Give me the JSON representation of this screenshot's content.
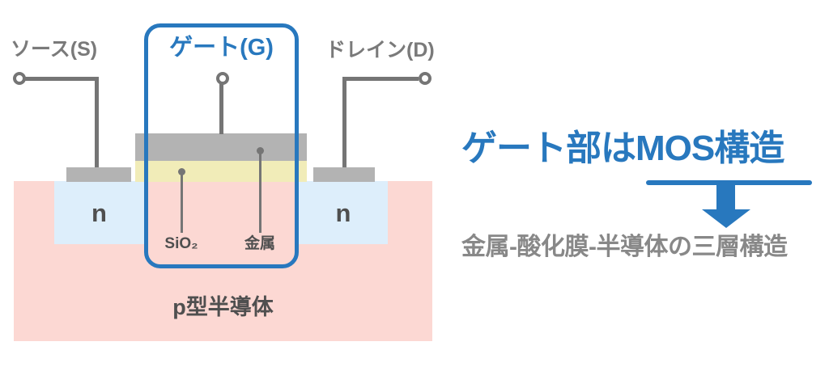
{
  "colors": {
    "accent_blue": "#2878be",
    "wire_gray": "#757575",
    "metal_gray": "#b3b3b3",
    "oxide_yellow": "#f1ecb8",
    "body_pink": "#fcd8d3",
    "nwell_blue": "#ddeefb",
    "dark_label": "#4f4f4f",
    "terminal_label_gray": "#7a7a7a",
    "subtitle_gray": "#888888"
  },
  "diagram": {
    "source_label": "ソース(S)",
    "gate_label": "ゲート(G)",
    "drain_label": "ドレイン(D)",
    "n_left_label": "n",
    "n_right_label": "n",
    "body_label": "p型半導体",
    "oxide_label": "SiO₂",
    "metal_label": "金属"
  },
  "annotation": {
    "title": "ゲート部はMOS構造",
    "subtitle": "金属-酸化膜-半導体の三層構造"
  }
}
